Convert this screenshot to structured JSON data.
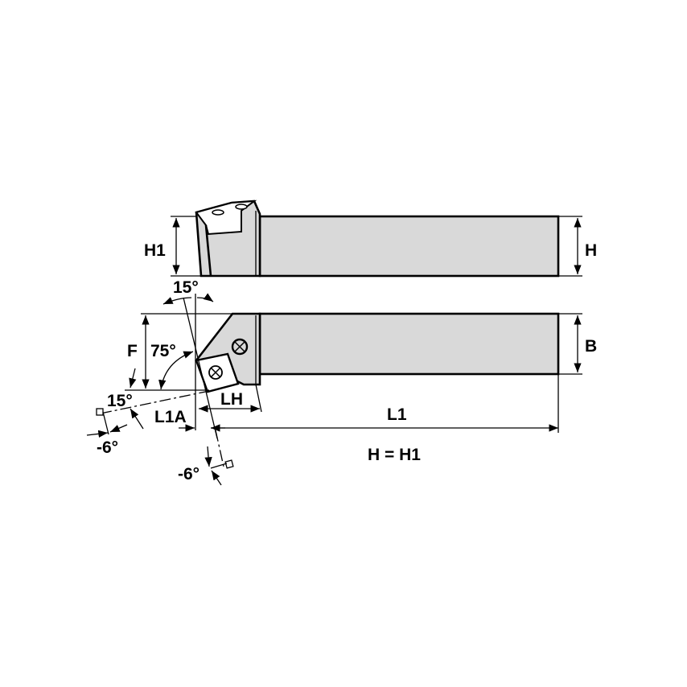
{
  "labels": {
    "h1": "H1",
    "h": "H",
    "b": "B",
    "f": "F",
    "angle_15_top": "15°",
    "angle_75": "75°",
    "angle_15_left": "15°",
    "angle_minus6_left": "-6°",
    "angle_minus6_bottom": "-6°",
    "l1a": "L1A",
    "lh": "LH",
    "l1": "L1",
    "note": "H = H1"
  },
  "colors": {
    "body_fill": "#d9d9d9",
    "line": "#000000"
  }
}
